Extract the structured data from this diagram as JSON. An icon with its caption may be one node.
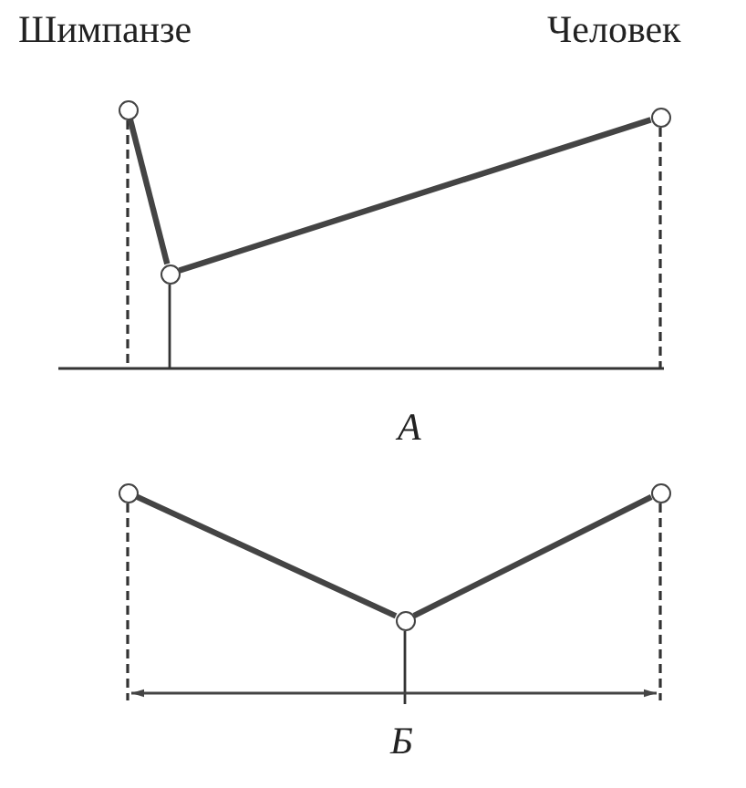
{
  "diagram": {
    "nodes": [
      {
        "text": [],
        "shape": "circle"
      },
      {
        "text": [],
        "shape": "circle"
      },
      {
        "text": [],
        "shape": "circle"
      },
      {
        "text": [],
        "shape": "circle"
      },
      {
        "text": [],
        "shape": "circle"
      },
      {
        "text": [],
        "shape": "circle"
      }
    ],
    "edges": [
      {
        "from": 2,
        "to": 0,
        "arrow": "none"
      },
      {
        "from": 2,
        "to": 1,
        "arrow": "none"
      },
      {
        "from": 5,
        "to": 3,
        "arrow": "none"
      },
      {
        "from": 5,
        "to": 4,
        "arrow": "none"
      }
    ],
    "labels": [
      "Шимпанзе",
      "Человек",
      "А",
      "Б"
    ]
  }
}
